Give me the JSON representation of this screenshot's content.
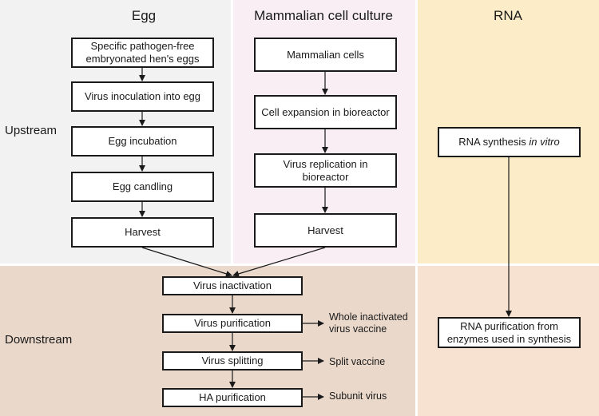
{
  "colors": {
    "egg_upstream_bg": "#f2f2f2",
    "mammalian_upstream_bg": "#f8eef3",
    "rna_upstream_bg": "#fdecc8",
    "downstream_bg": "#ead8ca",
    "rna_downstream_bg": "#f7e1d0",
    "stroke": "#1a1a1a"
  },
  "columns": {
    "egg": "Egg",
    "mammalian": "Mammalian cell culture",
    "rna": "RNA"
  },
  "rows": {
    "upstream": "Upstream",
    "downstream": "Downstream"
  },
  "egg_steps": [
    "Specific pathogen-free embryonated hen's eggs",
    "Virus inoculation into egg",
    "Egg incubation",
    "Egg candling",
    "Harvest"
  ],
  "mammalian_steps": [
    "Mammalian cells",
    "Cell expansion in bioreactor",
    "Virus replication in bioreactor",
    "Harvest"
  ],
  "rna_steps": {
    "synthesis_prefix": "RNA synthesis ",
    "synthesis_italic": "in vitro",
    "purification": "RNA purification from enzymes used in synthesis"
  },
  "downstream_steps": [
    "Virus inactivation",
    "Virus purification",
    "Virus splitting",
    "HA purification"
  ],
  "outputs": [
    "Whole inactivated virus vaccine",
    "Split vaccine",
    "Subunit virus"
  ],
  "icons": {
    "arrow": "arrow-down-icon"
  }
}
